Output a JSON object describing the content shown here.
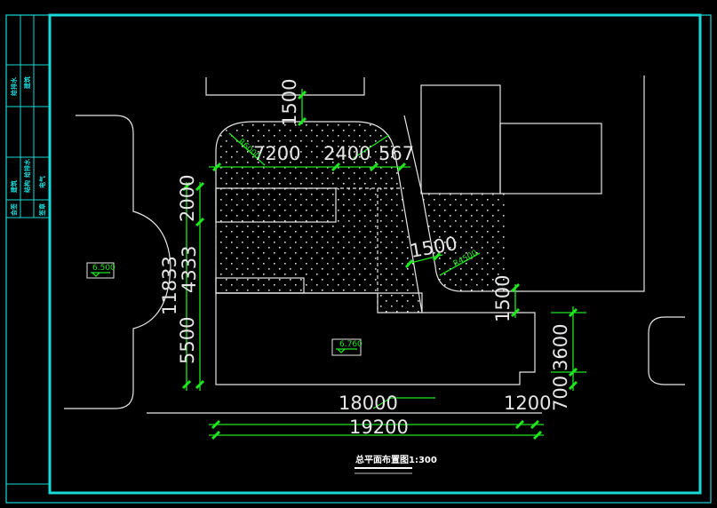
{
  "drawing": {
    "title": "总平面布置图1:300",
    "title_block": {
      "row1": [
        "给排水",
        "建筑"
      ],
      "row2": [
        "建筑",
        "结构",
        "给排水",
        "电气"
      ],
      "row3": [
        "会签",
        "签章"
      ]
    },
    "dimensions": {
      "top_7200": "7200",
      "top_2400": "2400",
      "top_567": "567",
      "top_1500": "1500",
      "left_2000": "2000",
      "left_4333": "4333",
      "left_5500": "5500",
      "left_11833": "11833",
      "mid_1500": "1500",
      "right_1500": "1500",
      "right_3600": "3600",
      "right_700": "700",
      "bottom_18000": "18000",
      "bottom_1200": "1200",
      "bottom_19200": "19200",
      "radius_left": "R6000",
      "radius_right": "R4500"
    },
    "elevations": {
      "left": "6.500",
      "center": "6.760"
    }
  },
  "colors": {
    "frame": "#18d8d8",
    "dimension": "#1fe61f",
    "outline": "#e6e6e6",
    "background": "#000000"
  }
}
